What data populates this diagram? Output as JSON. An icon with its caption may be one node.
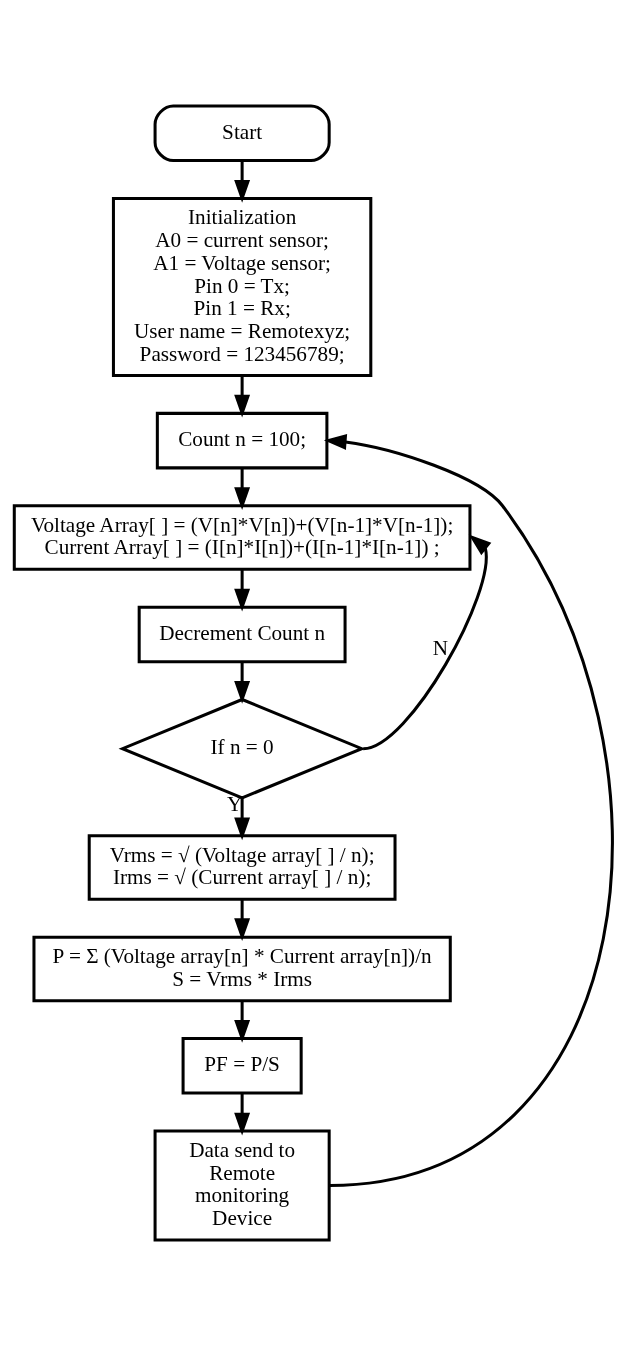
{
  "diagram": {
    "nodes": [
      {
        "text": [
          "Start"
        ]
      },
      {
        "text": [
          "Initialization",
          "A0 = current sensor;",
          "A1 = Voltage sensor;",
          "Pin 0 = Tx;",
          "Pin 1 = Rx;",
          "User name = Remotexyz;",
          "Password = 123456789;"
        ]
      },
      {
        "text": [
          "Count n = 100;"
        ]
      },
      {
        "text": [
          "Voltage Array[ ] = (V[n]*V[n])+(V[n-1]*V[n-1]);",
          "Current Array[ ] = (I[n]*I[n])+(I[n-1]*I[n-1]) ;"
        ]
      },
      {
        "text": [
          "Decrement Count n"
        ]
      },
      {
        "text": [
          "If n = 0"
        ]
      },
      {
        "text": [
          "Vrms = √ (Voltage array[ ] / n);",
          "Irms = √ (Current array[ ] / n);"
        ]
      },
      {
        "text": [
          "P = Σ (Voltage array[n] * Current array[n])/n",
          "S = Vrms * Irms"
        ]
      },
      {
        "text": [
          "PF = P/S"
        ]
      },
      {
        "text": [
          "Data send to Remote monitoring Device"
        ]
      }
    ],
    "edges": [
      {
        "from": 0,
        "to": 1,
        "arrow": "to"
      },
      {
        "from": 1,
        "to": 2,
        "arrow": "to"
      },
      {
        "from": 2,
        "to": 3,
        "arrow": "to"
      },
      {
        "from": 3,
        "to": 4,
        "arrow": "to"
      },
      {
        "from": 4,
        "to": 5,
        "arrow": "to"
      },
      {
        "from": 5,
        "to": 3,
        "label": "N",
        "arrow": "to"
      },
      {
        "from": 5,
        "to": 6,
        "label": "Y",
        "arrow": "to"
      },
      {
        "from": 6,
        "to": 7,
        "arrow": "to"
      },
      {
        "from": 7,
        "to": 8,
        "arrow": "to"
      },
      {
        "from": 8,
        "to": 9,
        "arrow": "to"
      },
      {
        "from": 9,
        "to": 2,
        "arrow": "to"
      }
    ]
  }
}
